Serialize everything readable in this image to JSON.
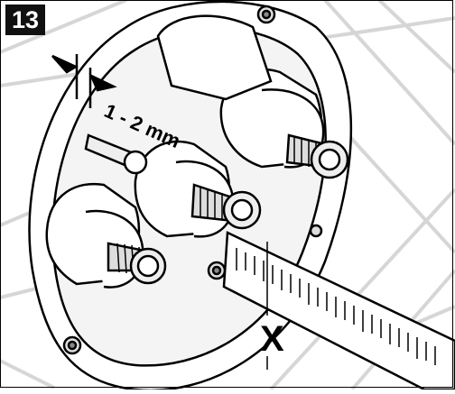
{
  "step": {
    "number": "13"
  },
  "annotations": {
    "gap": "1 - 2 mm",
    "measure": "X"
  },
  "parts": {
    "plate": "mounting-plate",
    "valves": [
      "valve-cartridge-left",
      "valve-cartridge-center",
      "valve-cartridge-right"
    ],
    "tool": "measuring-ruler"
  },
  "colors": {
    "line": "#000000",
    "tile": "#d6d6d6",
    "plate": "#ffffff",
    "badge_bg": "#111111",
    "badge_text": "#ffffff"
  }
}
